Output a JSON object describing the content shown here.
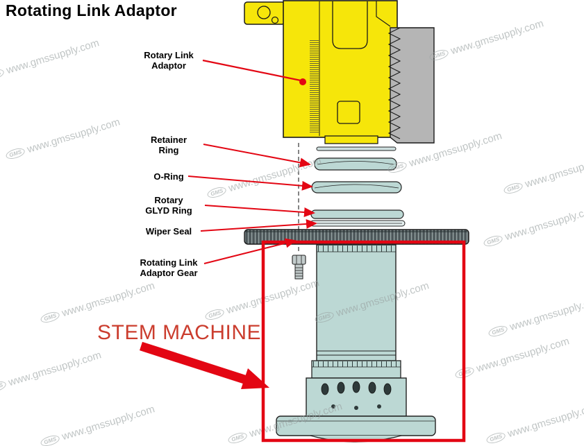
{
  "title": "Rotating Link Adaptor",
  "labels": {
    "rotary_link_adaptor": {
      "line1": "Rotary Link",
      "line2": "Adaptor"
    },
    "retainer_ring": {
      "line1": "Retainer",
      "line2": "Ring"
    },
    "o_ring": {
      "line1": "O-Ring"
    },
    "rotary_glyd_ring": {
      "line1": "Rotary",
      "line2": "GLYD Ring"
    },
    "wiper_seal": {
      "line1": "Wiper Seal"
    },
    "rotating_link_adaptor_gear": {
      "line1": "Rotating Link",
      "line2": "Adaptor Gear"
    }
  },
  "callout": {
    "stem_machine": "STEM MACHINE"
  },
  "watermark": {
    "logo": "GMS",
    "text": "www.gmssupply.com"
  },
  "colors": {
    "adaptor_yellow": "#f6e60a",
    "part_teal": "#bcd8d4",
    "metal_gray": "#b5b5b5",
    "gear_dark": "#4b5558",
    "annotation_red": "#e30613",
    "stem_text_red": "#cb3d2e",
    "watermark_gray": "#9aa2a2"
  }
}
